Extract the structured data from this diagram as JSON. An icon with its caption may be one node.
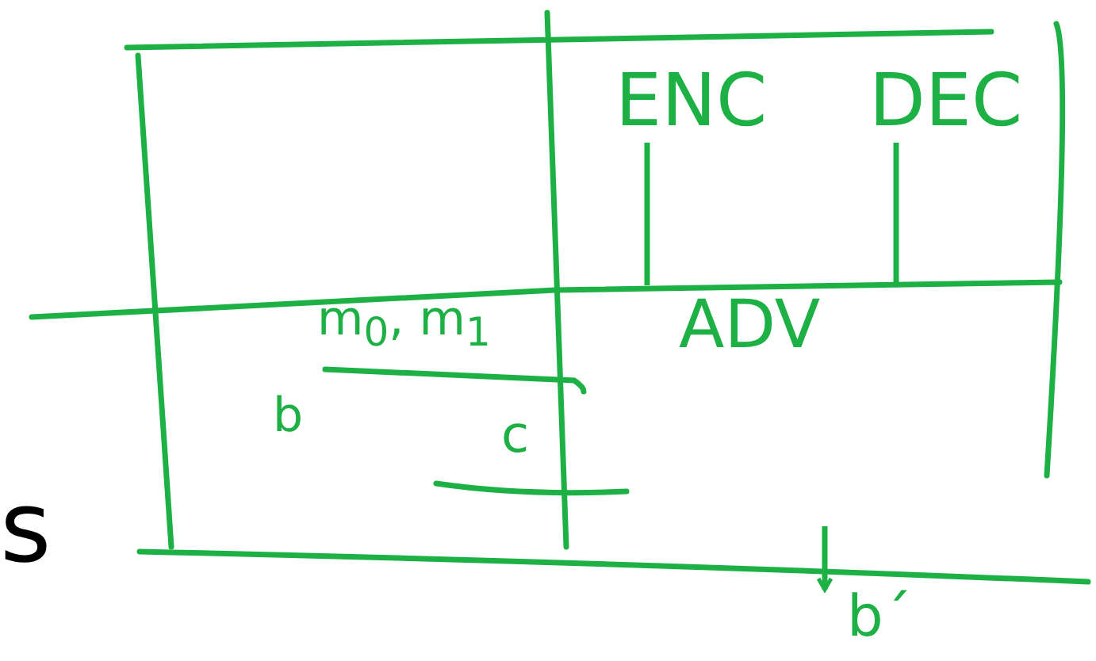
{
  "diagram": {
    "nodes": [
      {
        "text": [
          "ENC"
        ]
      },
      {
        "text": [
          "DEC"
        ]
      },
      {
        "text": [
          "ADV"
        ]
      },
      {
        "text": [
          "b´"
        ]
      }
    ],
    "edges": [
      {
        "from": 0,
        "to": 2,
        "arrow": "none"
      },
      {
        "from": 1,
        "to": 2,
        "arrow": "none"
      },
      {
        "from": null,
        "to": 3,
        "arrow": "to"
      }
    ],
    "labels": [
      "m$_{0}$, m$_{1}$",
      "b",
      "c",
      "s"
    ]
  }
}
